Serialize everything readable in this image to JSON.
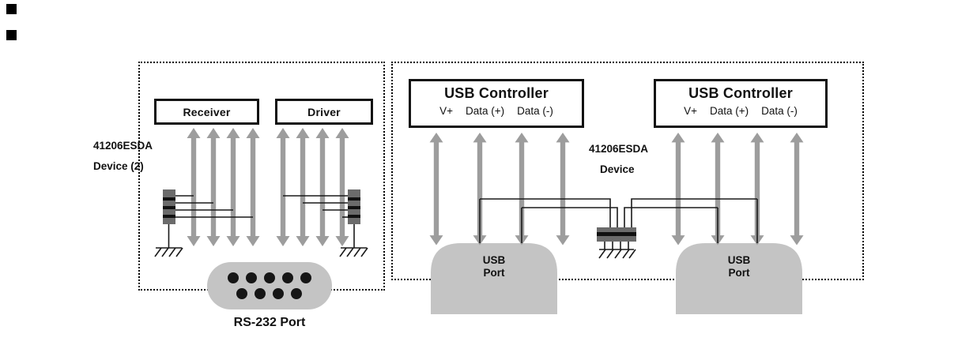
{
  "rs232_section": {
    "device_label": [
      "41206ESDA",
      "Device (2)"
    ],
    "receiver": "Receiver",
    "driver": "Driver",
    "port_label": "RS-232 Port"
  },
  "usb_section": {
    "device_label": [
      "41206ESDA",
      "Device"
    ],
    "controllers": [
      {
        "title": "USB Controller",
        "pins": [
          "V+",
          "Data (+)",
          "Data (-)"
        ]
      },
      {
        "title": "USB Controller",
        "pins": [
          "V+",
          "Data (+)",
          "Data (-)"
        ]
      }
    ],
    "ports": [
      {
        "line1": "USB",
        "line2": "Port"
      },
      {
        "line1": "USB",
        "line2": "Port"
      }
    ]
  },
  "colors": {
    "arrow_gray": "#9d9d9d",
    "connector_gray": "#c4c4c4",
    "component_dark": "#6b6b6b",
    "line_black": "#1a1a1a"
  }
}
